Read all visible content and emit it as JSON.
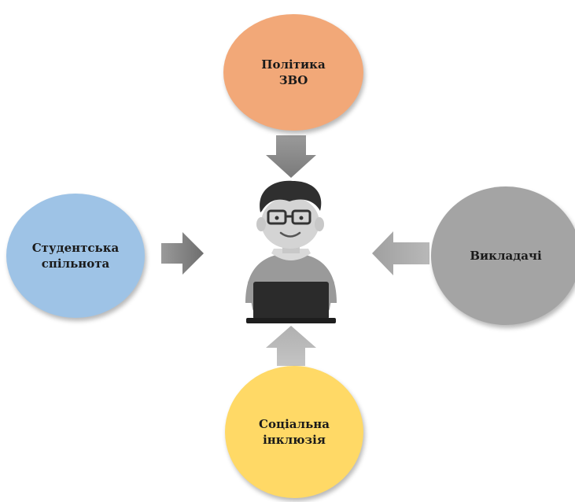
{
  "diagram": {
    "center": {
      "icon": "person-at-laptop-icon"
    },
    "nodes": {
      "top": {
        "label": "Політика\nЗВО",
        "color": "#F2A878"
      },
      "left": {
        "label": "Студентська\nспільнота",
        "color": "#9EC3E6"
      },
      "right": {
        "label": "Викладачі",
        "color": "#A4A4A4"
      },
      "bottom": {
        "label": "Соціальна\nінклюзія",
        "color": "#FFD966"
      }
    },
    "arrow_color": "#8c8c8c"
  }
}
